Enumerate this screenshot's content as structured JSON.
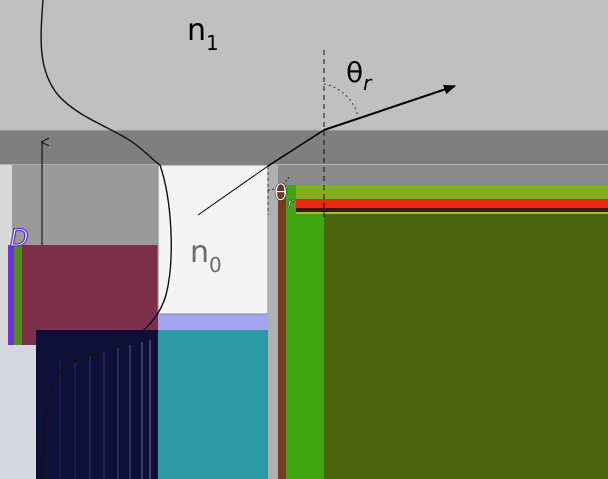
{
  "labels": {
    "medium_outer": "n",
    "medium_outer_sub": "1",
    "medium_inner": "n",
    "medium_inner_sub": "0",
    "angle_reflected": "θ",
    "angle_reflected_sub": "r",
    "angle_partial": "θ",
    "angle_partial_sub": "r",
    "thickness_symbol": "D"
  },
  "colors": {
    "outer_medium": "#c0c0c0",
    "band": "#7f7f7f",
    "inner_medium": "#f4f4f4",
    "maroon_block": "#7c314a",
    "navy_block": "#0f0f3a",
    "teal_block": "#2b9aa6",
    "olive_block": "#4c660e",
    "green_stripe": "#3fa50f",
    "red_stripe": "#e8280e",
    "lavender_stripe": "#a6a3f2"
  }
}
